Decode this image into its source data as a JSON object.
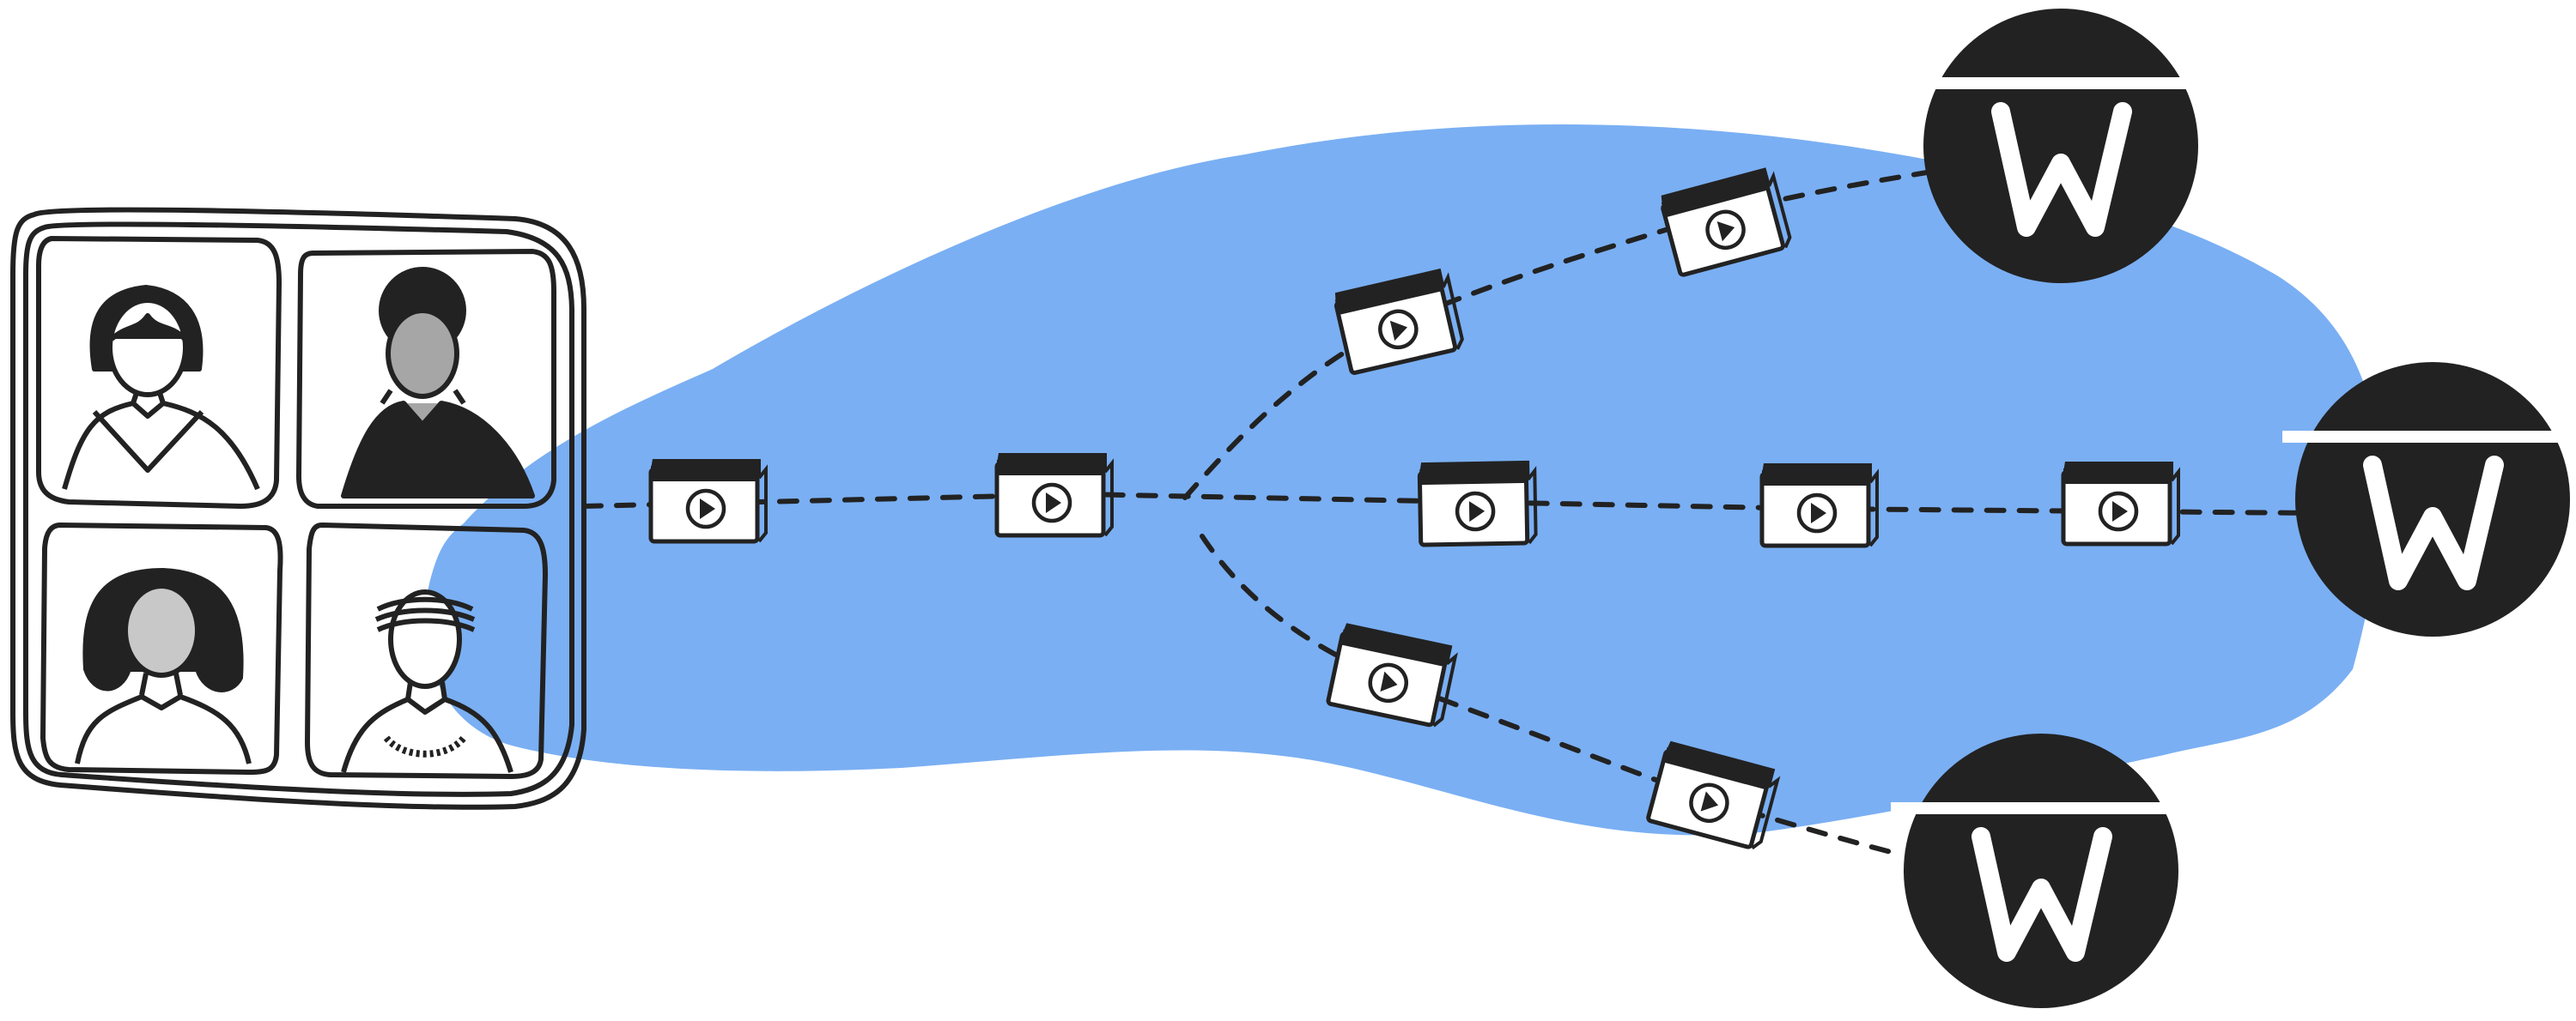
{
  "colors": {
    "background": "#ffffff",
    "blob": "#7aaff3",
    "ink": "#222222",
    "avatar_gray": "#a6a6a6",
    "avatar_light": "#c8c8c8",
    "video_fill": "#ffffff"
  },
  "participants": [
    {
      "name": "participant-1",
      "hair": "bob-dark"
    },
    {
      "name": "participant-2",
      "hair": "curly-dark"
    },
    {
      "name": "participant-3",
      "hair": "wavy-dark"
    },
    {
      "name": "participant-4",
      "hair": "striped"
    }
  ],
  "paths": [
    {
      "name": "path-upper",
      "video_count": 2
    },
    {
      "name": "path-middle",
      "video_count": 5
    },
    {
      "name": "path-lower",
      "video_count": 2
    }
  ],
  "destinations": [
    {
      "name": "destination-top",
      "label": "W",
      "icon": "w-badge-icon"
    },
    {
      "name": "destination-middle",
      "label": "W",
      "icon": "w-badge-icon"
    },
    {
      "name": "destination-bottom",
      "label": "W",
      "icon": "w-badge-icon"
    }
  ]
}
